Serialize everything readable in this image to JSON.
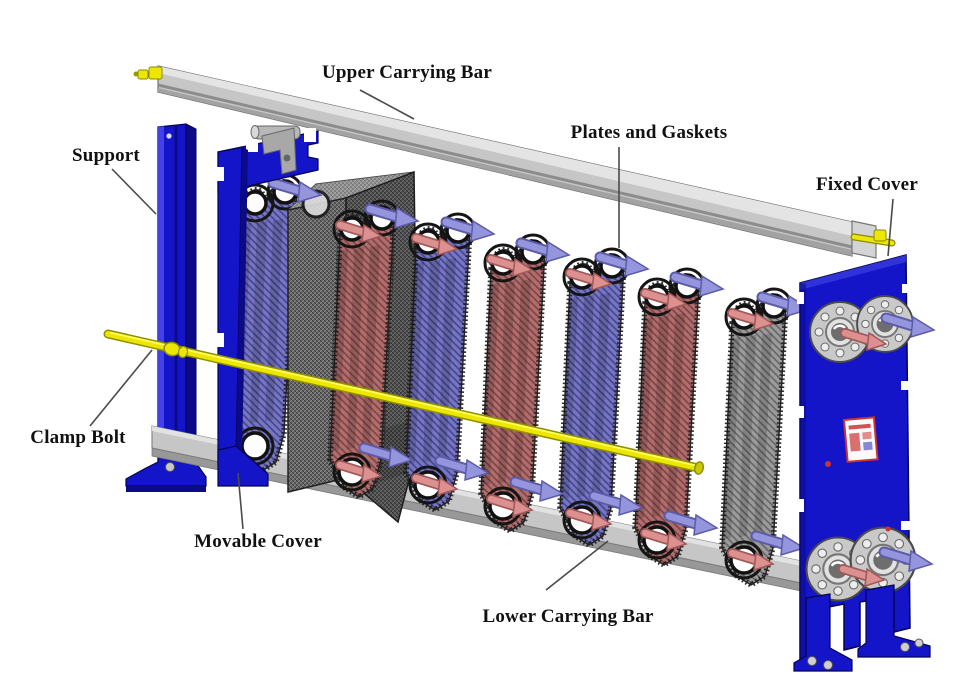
{
  "diagram": {
    "labels": {
      "upper_carrying_bar": "Upper Carrying Bar",
      "support": "Support",
      "plates_and_gaskets": "Plates and Gaskets",
      "fixed_cover": "Fixed Cover",
      "clamp_bolt": "Clamp Bolt",
      "movable_cover": "Movable Cover",
      "lower_carrying_bar": "Lower Carrying Bar"
    },
    "colors": {
      "frame_blue": "#1414c8",
      "frame_blue_dark": "#0b0b8a",
      "plate_red": "#b06e6e",
      "plate_blue": "#7676c2",
      "plate_gray": "#9c9c9c",
      "bar_gray": "#c6c6c6",
      "bolt_yellow": "#ece600",
      "hot_flow_pink": "#dd9090",
      "cold_flow_blue": "#9595de",
      "label_text": "#111111",
      "background": "#ffffff"
    }
  }
}
